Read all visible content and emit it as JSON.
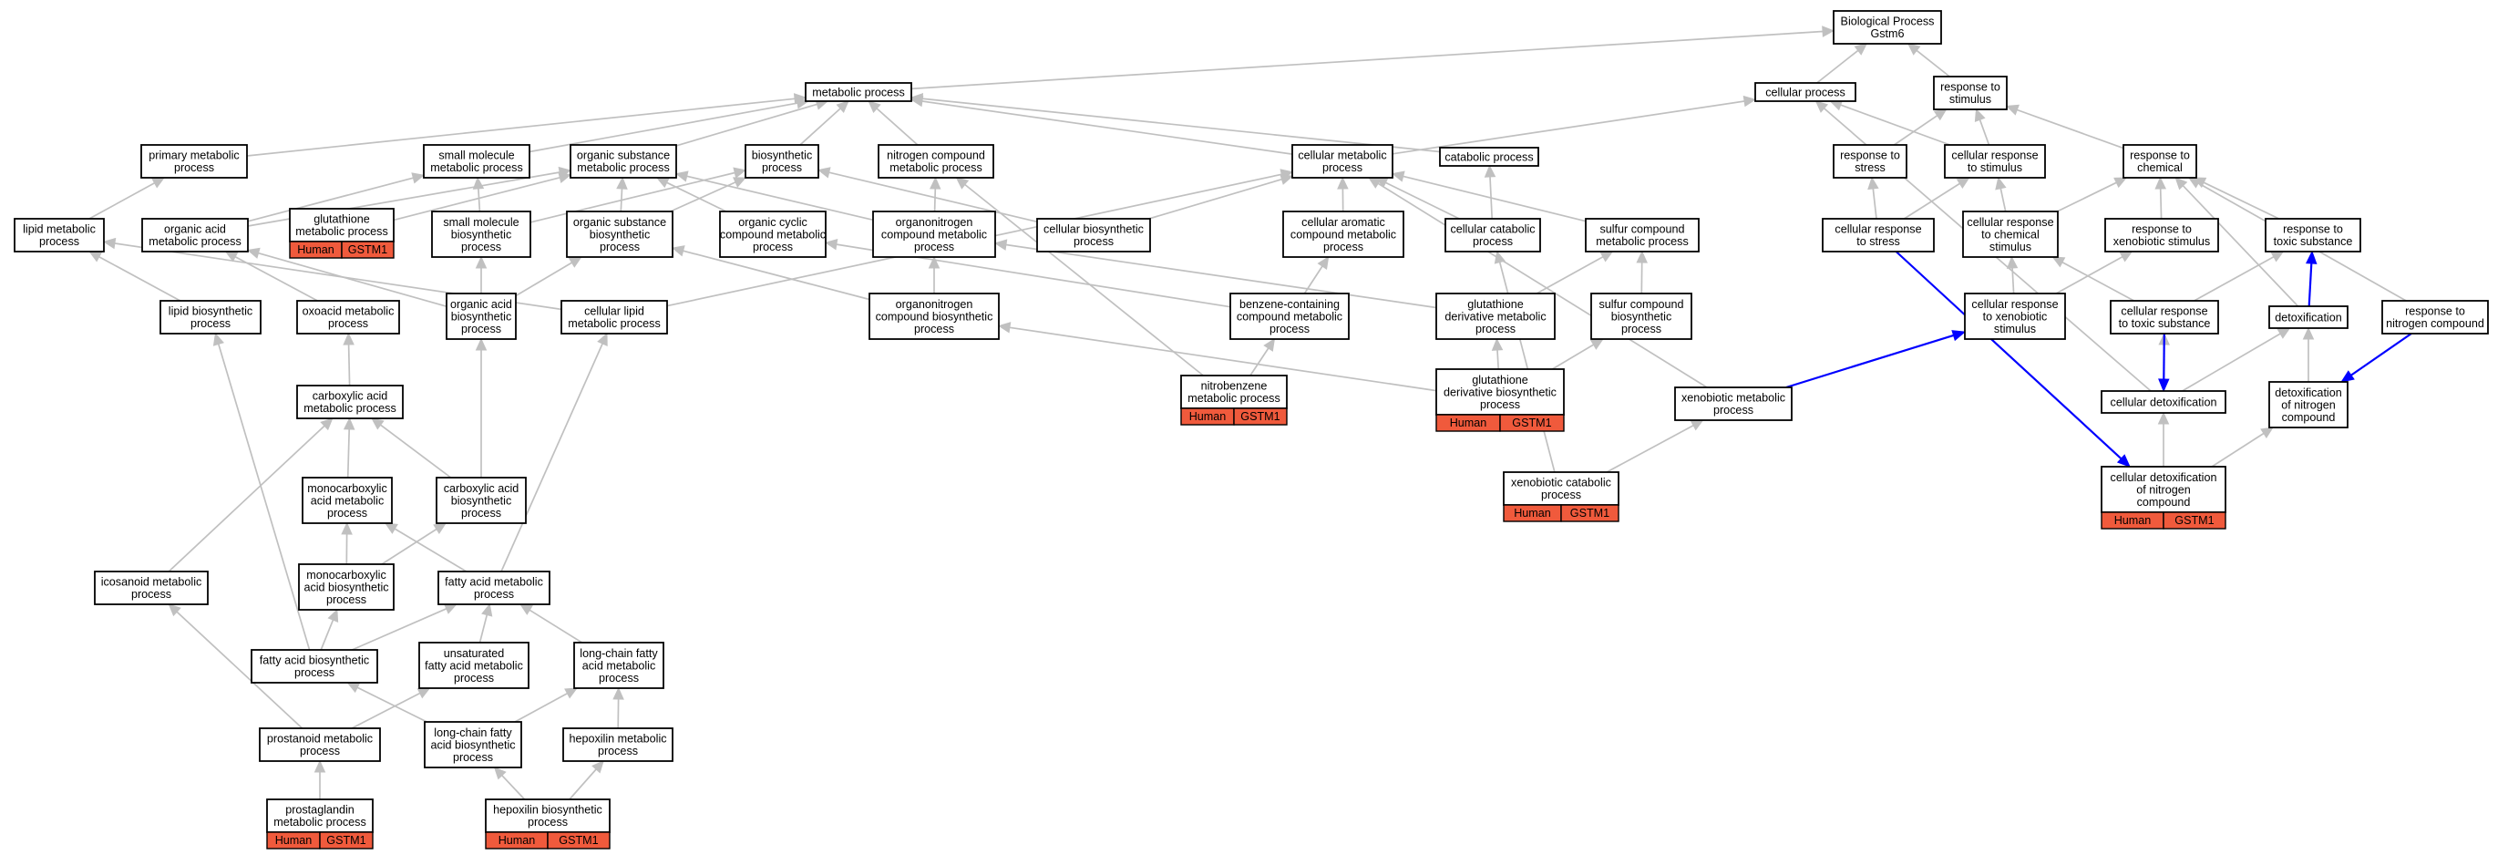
{
  "diagram": {
    "type": "go-term-dag",
    "default_edge_color": "#c0c0c0",
    "highlight_edge_color": "#0000ff",
    "annotation_color": "#f05a3c",
    "nodes": [
      {
        "id": "bp",
        "lines": [
          "Biological Process",
          "Gstm6"
        ]
      },
      {
        "id": "metabolic",
        "lines": [
          "metabolic process"
        ]
      },
      {
        "id": "cellproc",
        "lines": [
          "cellular process"
        ]
      },
      {
        "id": "respstim",
        "lines": [
          "response to",
          "stimulus"
        ]
      },
      {
        "id": "primary",
        "lines": [
          "primary metabolic",
          "process"
        ]
      },
      {
        "id": "smallmol",
        "lines": [
          "small molecule",
          "metabolic process"
        ]
      },
      {
        "id": "orgsub",
        "lines": [
          "organic substance",
          "metabolic process"
        ]
      },
      {
        "id": "biosyn",
        "lines": [
          "biosynthetic",
          "process"
        ]
      },
      {
        "id": "nitrocomp",
        "lines": [
          "nitrogen compound",
          "metabolic process"
        ]
      },
      {
        "id": "cellmet",
        "lines": [
          "cellular metabolic",
          "process"
        ]
      },
      {
        "id": "catabolic",
        "lines": [
          "catabolic process"
        ]
      },
      {
        "id": "respstress",
        "lines": [
          "response to",
          "stress"
        ]
      },
      {
        "id": "cellrespstim",
        "lines": [
          "cellular response",
          "to stimulus"
        ]
      },
      {
        "id": "respchem",
        "lines": [
          "response to",
          "chemical"
        ]
      },
      {
        "id": "lipidmet",
        "lines": [
          "lipid metabolic",
          "process"
        ]
      },
      {
        "id": "orgacid",
        "lines": [
          "organic acid",
          "metabolic process"
        ]
      },
      {
        "id": "glutmet",
        "lines": [
          "glutathione",
          "metabolic process"
        ],
        "annotation": [
          "Human",
          "GSTM1"
        ]
      },
      {
        "id": "smallmolbio",
        "lines": [
          "small molecule",
          "biosynthetic",
          "process"
        ]
      },
      {
        "id": "orgsubbio",
        "lines": [
          "organic substance",
          "biosynthetic",
          "process"
        ]
      },
      {
        "id": "orgcyclic",
        "lines": [
          "organic cyclic",
          "compound metabolic",
          "process"
        ]
      },
      {
        "id": "organonitro",
        "lines": [
          "organonitrogen",
          "compound metabolic",
          "process"
        ]
      },
      {
        "id": "cellbio",
        "lines": [
          "cellular biosynthetic",
          "process"
        ]
      },
      {
        "id": "cellarom",
        "lines": [
          "cellular aromatic",
          "compound metabolic",
          "process"
        ]
      },
      {
        "id": "cellcat",
        "lines": [
          "cellular catabolic",
          "process"
        ]
      },
      {
        "id": "sulfurmet",
        "lines": [
          "sulfur compound",
          "metabolic process"
        ]
      },
      {
        "id": "cellrespstress",
        "lines": [
          "cellular response",
          "to stress"
        ]
      },
      {
        "id": "cellrespchem",
        "lines": [
          "cellular response",
          "to chemical",
          "stimulus"
        ]
      },
      {
        "id": "respxeno",
        "lines": [
          "response to",
          "xenobiotic stimulus"
        ]
      },
      {
        "id": "resptoxic",
        "lines": [
          "response to",
          "toxic substance"
        ]
      },
      {
        "id": "lipidbio",
        "lines": [
          "lipid biosynthetic",
          "process"
        ]
      },
      {
        "id": "oxoacid",
        "lines": [
          "oxoacid metabolic",
          "process"
        ]
      },
      {
        "id": "orgacidbio",
        "lines": [
          "organic acid",
          "biosynthetic",
          "process"
        ]
      },
      {
        "id": "celllipid",
        "lines": [
          "cellular lipid",
          "metabolic process"
        ]
      },
      {
        "id": "organonitrobio",
        "lines": [
          "organonitrogen",
          "compound biosynthetic",
          "process"
        ]
      },
      {
        "id": "benzene",
        "lines": [
          "benzene-containing",
          "compound metabolic",
          "process"
        ]
      },
      {
        "id": "glutderiv",
        "lines": [
          "glutathione",
          "derivative metabolic",
          "process"
        ]
      },
      {
        "id": "sulfurbio",
        "lines": [
          "sulfur compound",
          "biosynthetic",
          "process"
        ]
      },
      {
        "id": "cellrespxeno",
        "lines": [
          "cellular response",
          "to xenobiotic",
          "stimulus"
        ]
      },
      {
        "id": "cellresptoxic",
        "lines": [
          "cellular response",
          "to toxic substance"
        ]
      },
      {
        "id": "detox",
        "lines": [
          "detoxification"
        ]
      },
      {
        "id": "respnitro",
        "lines": [
          "response to",
          "nitrogen compound"
        ]
      },
      {
        "id": "carboxmet",
        "lines": [
          "carboxylic acid",
          "metabolic process"
        ]
      },
      {
        "id": "nitrobenzene",
        "lines": [
          "nitrobenzene",
          "metabolic process"
        ],
        "annotation": [
          "Human",
          "GSTM1"
        ]
      },
      {
        "id": "glutderivbio",
        "lines": [
          "glutathione",
          "derivative biosynthetic",
          "process"
        ],
        "annotation": [
          "Human",
          "GSTM1"
        ]
      },
      {
        "id": "xenomet",
        "lines": [
          "xenobiotic metabolic",
          "process"
        ]
      },
      {
        "id": "celldetox",
        "lines": [
          "cellular detoxification"
        ]
      },
      {
        "id": "detoxnitro",
        "lines": [
          "detoxification",
          "of nitrogen",
          "compound"
        ]
      },
      {
        "id": "monocarbmet",
        "lines": [
          "monocarboxylic",
          "acid metabolic",
          "process"
        ]
      },
      {
        "id": "carboxbio",
        "lines": [
          "carboxylic acid",
          "biosynthetic",
          "process"
        ]
      },
      {
        "id": "xenocat",
        "lines": [
          "xenobiotic catabolic",
          "process"
        ],
        "annotation": [
          "Human",
          "GSTM1"
        ]
      },
      {
        "id": "celldetoxnitro",
        "lines": [
          "cellular detoxification",
          "of nitrogen",
          "compound"
        ],
        "annotation": [
          "Human",
          "GSTM1"
        ]
      },
      {
        "id": "icosanoid",
        "lines": [
          "icosanoid metabolic",
          "process"
        ]
      },
      {
        "id": "monocarbbio",
        "lines": [
          "monocarboxylic",
          "acid biosynthetic",
          "process"
        ]
      },
      {
        "id": "fattymet",
        "lines": [
          "fatty acid metabolic",
          "process"
        ]
      },
      {
        "id": "fattybio",
        "lines": [
          "fatty acid biosynthetic",
          "process"
        ]
      },
      {
        "id": "unsat",
        "lines": [
          "unsaturated",
          "fatty acid metabolic",
          "process"
        ]
      },
      {
        "id": "longchain",
        "lines": [
          "long-chain fatty",
          "acid metabolic",
          "process"
        ]
      },
      {
        "id": "prostanoid",
        "lines": [
          "prostanoid metabolic",
          "process"
        ]
      },
      {
        "id": "longchainbio",
        "lines": [
          "long-chain fatty",
          "acid biosynthetic",
          "process"
        ]
      },
      {
        "id": "hepoxmet",
        "lines": [
          "hepoxilin metabolic",
          "process"
        ]
      },
      {
        "id": "prostaglandin",
        "lines": [
          "prostaglandin",
          "metabolic process"
        ],
        "annotation": [
          "Human",
          "GSTM1"
        ]
      },
      {
        "id": "hepoxbio",
        "lines": [
          "hepoxilin biosynthetic",
          "process"
        ],
        "annotation": [
          "Human",
          "GSTM1"
        ]
      }
    ],
    "edges": [
      [
        "metabolic",
        "bp"
      ],
      [
        "cellproc",
        "bp"
      ],
      [
        "respstim",
        "bp"
      ],
      [
        "primary",
        "metabolic"
      ],
      [
        "smallmol",
        "metabolic"
      ],
      [
        "orgsub",
        "metabolic"
      ],
      [
        "biosyn",
        "metabolic"
      ],
      [
        "nitrocomp",
        "metabolic"
      ],
      [
        "cellmet",
        "metabolic"
      ],
      [
        "catabolic",
        "metabolic"
      ],
      [
        "cellmet",
        "cellproc"
      ],
      [
        "respstress",
        "respstim"
      ],
      [
        "cellrespstim",
        "respstim"
      ],
      [
        "respchem",
        "respstim"
      ],
      [
        "cellrespstim",
        "cellproc"
      ],
      [
        "lipidmet",
        "primary"
      ],
      [
        "orgacid",
        "smallmol"
      ],
      [
        "orgacid",
        "orgsub"
      ],
      [
        "glutmet",
        "orgsub"
      ],
      [
        "smallmolbio",
        "smallmol"
      ],
      [
        "smallmolbio",
        "biosyn"
      ],
      [
        "orgsubbio",
        "orgsub"
      ],
      [
        "orgsubbio",
        "biosyn"
      ],
      [
        "orgcyclic",
        "orgsub"
      ],
      [
        "organonitro",
        "nitrocomp"
      ],
      [
        "organonitro",
        "orgsub"
      ],
      [
        "cellbio",
        "biosyn"
      ],
      [
        "cellbio",
        "cellmet"
      ],
      [
        "cellarom",
        "cellmet"
      ],
      [
        "cellcat",
        "cellmet"
      ],
      [
        "cellcat",
        "catabolic"
      ],
      [
        "sulfurmet",
        "cellmet"
      ],
      [
        "cellrespstress",
        "respstress"
      ],
      [
        "cellrespstress",
        "cellrespstim"
      ],
      [
        "cellrespchem",
        "cellrespstim"
      ],
      [
        "cellrespchem",
        "respchem"
      ],
      [
        "respxeno",
        "respchem"
      ],
      [
        "resptoxic",
        "respchem"
      ],
      [
        "lipidbio",
        "lipidmet"
      ],
      [
        "oxoacid",
        "orgacid"
      ],
      [
        "orgacidbio",
        "orgacid"
      ],
      [
        "orgacidbio",
        "orgsubbio"
      ],
      [
        "orgacidbio",
        "smallmolbio"
      ],
      [
        "celllipid",
        "lipidmet"
      ],
      [
        "celllipid",
        "cellmet"
      ],
      [
        "organonitrobio",
        "organonitro"
      ],
      [
        "organonitrobio",
        "orgsubbio"
      ],
      [
        "benzene",
        "orgcyclic"
      ],
      [
        "benzene",
        "cellarom"
      ],
      [
        "glutderiv",
        "sulfurmet"
      ],
      [
        "sulfurbio",
        "sulfurmet"
      ],
      [
        "glutderiv",
        "organonitro"
      ],
      [
        "cellrespxeno",
        "cellrespchem"
      ],
      [
        "cellrespxeno",
        "respxeno"
      ],
      [
        "cellresptoxic",
        "cellrespchem"
      ],
      [
        "cellresptoxic",
        "resptoxic"
      ],
      [
        "detox",
        "respchem"
      ],
      [
        "respnitro",
        "respchem"
      ],
      [
        "carboxmet",
        "oxoacid"
      ],
      [
        "nitrobenzene",
        "benzene"
      ],
      [
        "nitrobenzene",
        "nitrocomp"
      ],
      [
        "glutderivbio",
        "glutderiv"
      ],
      [
        "glutderivbio",
        "sulfurbio"
      ],
      [
        "glutderivbio",
        "organonitrobio"
      ],
      [
        "xenomet",
        "cellmet"
      ],
      [
        "celldetox",
        "cellresptoxic"
      ],
      [
        "celldetox",
        "detox"
      ],
      [
        "celldetox",
        "cellproc"
      ],
      [
        "detoxnitro",
        "detox"
      ],
      [
        "monocarbmet",
        "carboxmet"
      ],
      [
        "carboxbio",
        "carboxmet"
      ],
      [
        "carboxbio",
        "orgacidbio"
      ],
      [
        "xenocat",
        "xenomet"
      ],
      [
        "xenocat",
        "cellcat"
      ],
      [
        "celldetoxnitro",
        "celldetox"
      ],
      [
        "celldetoxnitro",
        "detoxnitro"
      ],
      [
        "icosanoid",
        "carboxmet"
      ],
      [
        "monocarbbio",
        "monocarbmet"
      ],
      [
        "monocarbbio",
        "carboxbio"
      ],
      [
        "fattymet",
        "monocarbmet"
      ],
      [
        "fattymet",
        "celllipid"
      ],
      [
        "fattybio",
        "fattymet"
      ],
      [
        "fattybio",
        "monocarbbio"
      ],
      [
        "fattybio",
        "lipidbio"
      ],
      [
        "unsat",
        "fattymet"
      ],
      [
        "longchain",
        "fattymet"
      ],
      [
        "prostanoid",
        "icosanoid"
      ],
      [
        "prostanoid",
        "unsat"
      ],
      [
        "longchainbio",
        "fattybio"
      ],
      [
        "longchainbio",
        "longchain"
      ],
      [
        "hepoxmet",
        "longchain"
      ],
      [
        "prostaglandin",
        "prostanoid"
      ],
      [
        "hepoxbio",
        "longchainbio"
      ],
      [
        "hepoxbio",
        "hepoxmet"
      ]
    ],
    "highlight_edges": [
      [
        "xenomet",
        "cellrespxeno"
      ],
      [
        "cellresptoxic",
        "celldetox"
      ],
      [
        "detox",
        "resptoxic"
      ],
      [
        "respnitro",
        "detoxnitro"
      ],
      [
        "cellrespstress",
        "celldetoxnitro"
      ]
    ]
  }
}
